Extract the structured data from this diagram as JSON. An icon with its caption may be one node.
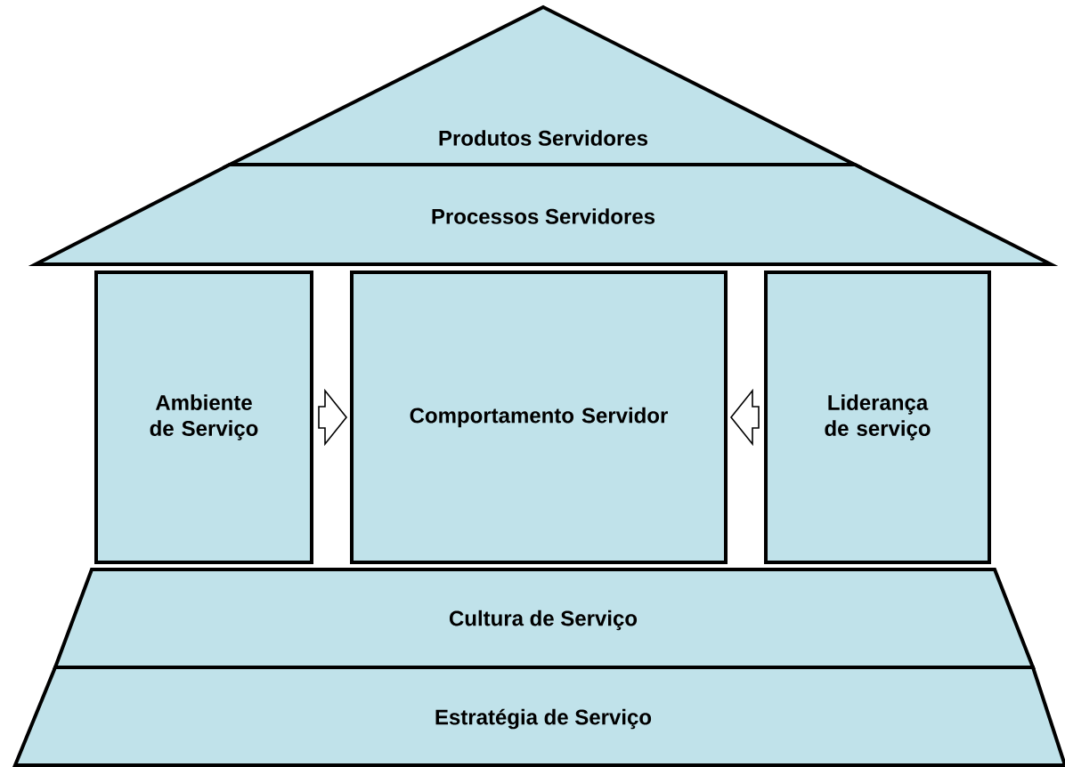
{
  "diagram": {
    "nodes": [
      {
        "text": [
          "Produtos Servidores"
        ]
      },
      {
        "text": [
          "Processos Servidores"
        ]
      },
      {
        "text": [
          "Ambiente de Serviço"
        ]
      },
      {
        "text": [
          "Comportamento Servidor"
        ]
      },
      {
        "text": [
          "Liderança de serviço"
        ]
      },
      {
        "text": [
          "Cultura de Serviço"
        ]
      },
      {
        "text": [
          "Estratégia de Serviço"
        ]
      }
    ],
    "edges": [
      {
        "from": 2,
        "to": 3,
        "arrow": "to"
      },
      {
        "from": 4,
        "to": 3,
        "arrow": "to"
      }
    ]
  }
}
